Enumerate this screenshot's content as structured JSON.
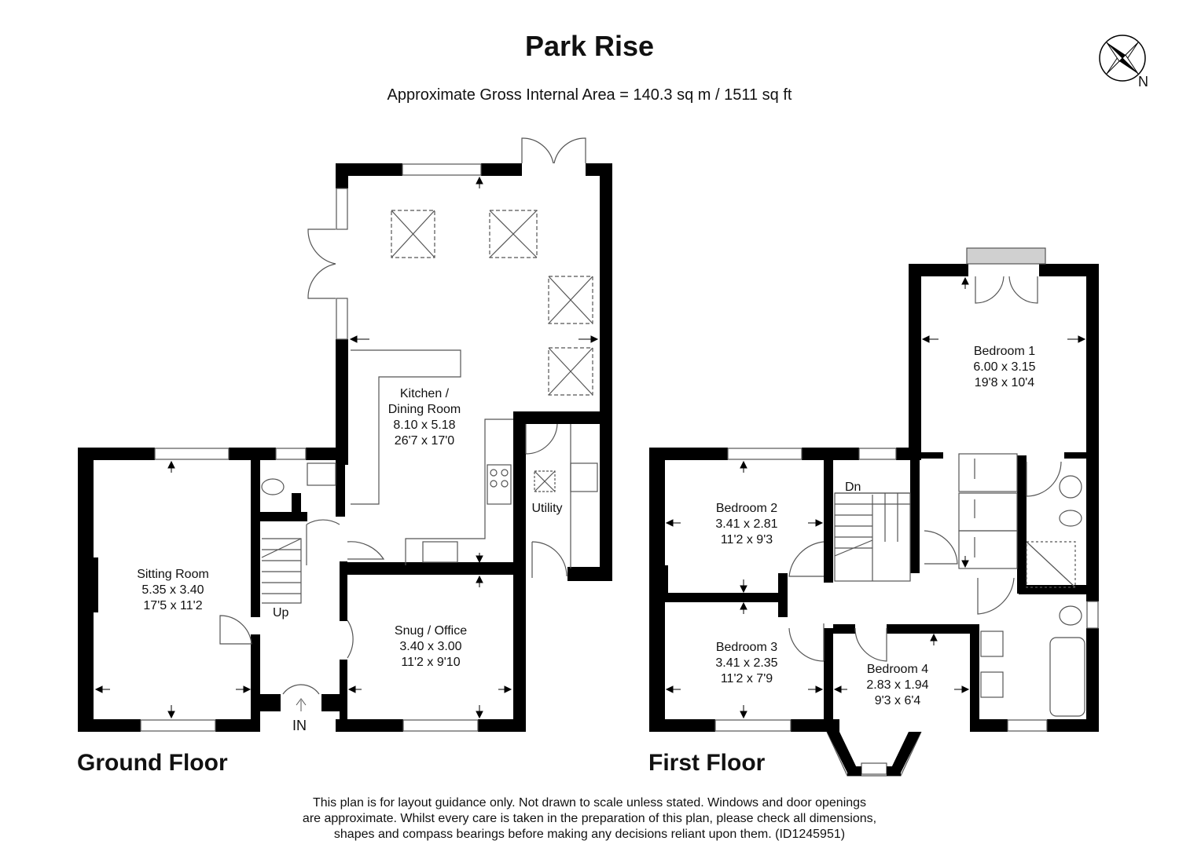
{
  "title": "Park Rise",
  "subtitle": "Approximate Gross Internal Area = 140.3 sq m / 1511 sq ft",
  "compass_label": "N",
  "floors": [
    {
      "label": "Ground Floor"
    },
    {
      "label": "First Floor"
    }
  ],
  "rooms": {
    "kitchen": {
      "name": "Kitchen /",
      "name2": "Dining Room",
      "metric": "8.10 x 5.18",
      "imperial": "26'7 x 17'0"
    },
    "utility": {
      "name": "Utility"
    },
    "sitting": {
      "name": "Sitting Room",
      "metric": "5.35 x 3.40",
      "imperial": "17'5 x 11'2"
    },
    "snug": {
      "name": "Snug / Office",
      "metric": "3.40 x 3.00",
      "imperial": "11'2 x 9'10"
    },
    "bed1": {
      "name": "Bedroom 1",
      "metric": "6.00 x 3.15",
      "imperial": "19'8 x 10'4"
    },
    "bed2": {
      "name": "Bedroom 2",
      "metric": "3.41 x 2.81",
      "imperial": "11'2 x 9'3"
    },
    "bed3": {
      "name": "Bedroom 3",
      "metric": "3.41 x 2.35",
      "imperial": "11'2 x 7'9"
    },
    "bed4": {
      "name": "Bedroom 4",
      "metric": "2.83 x 1.94",
      "imperial": "9'3 x 6'4"
    }
  },
  "stair_labels": {
    "up": "Up",
    "down": "Dn",
    "entrance": "IN"
  },
  "disclaimer": {
    "line1": "This plan is for layout guidance only. Not drawn to scale unless stated. Windows and door openings",
    "line2": "are approximate. Whilst every care is taken in the preparation of this plan, please check all dimensions,",
    "line3": "shapes and compass bearings before making any decisions reliant upon them. (ID1245951)"
  },
  "colors": {
    "wall": "#000000",
    "fixture": "#555555",
    "window": "#888888",
    "background": "#ffffff"
  },
  "icons": [
    "compass-icon",
    "skylight-icon",
    "hob-icon",
    "sink-icon",
    "toilet-icon",
    "bath-icon",
    "shower-icon",
    "door-swing-icon",
    "window-icon"
  ]
}
